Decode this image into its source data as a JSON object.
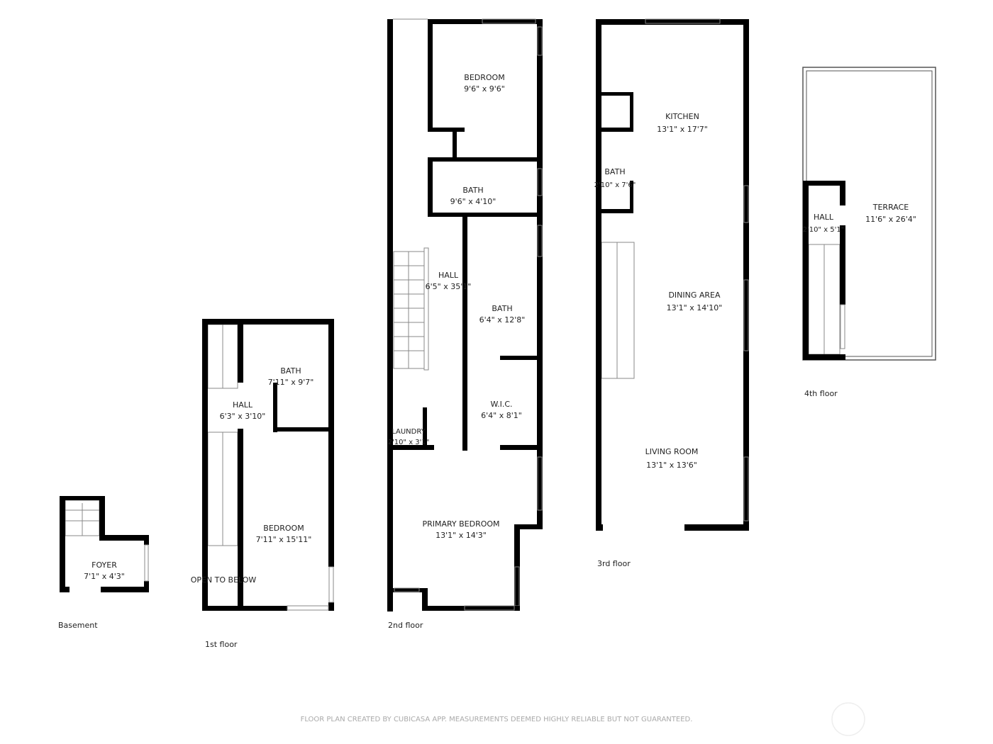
{
  "floors": [
    {
      "name": "Basement",
      "rooms": [
        {
          "name": "FOYER",
          "size": "7'1\" x 4'3\""
        }
      ]
    },
    {
      "name": "1st floor",
      "rooms": [
        {
          "name": "BATH",
          "size": "7'11\" x 9'7\""
        },
        {
          "name": "HALL",
          "size": "6'3\" x 3'10\""
        },
        {
          "name": "BEDROOM",
          "size": "7'11\" x 15'11\""
        },
        {
          "name": "OPEN TO BELOW",
          "size": ""
        }
      ]
    },
    {
      "name": "2nd floor",
      "rooms": [
        {
          "name": "BEDROOM",
          "size": "9'6\" x 9'6\""
        },
        {
          "name": "BATH",
          "size": "9'6\" x 4'10\""
        },
        {
          "name": "HALL",
          "size": "6'5\" x 35'1\""
        },
        {
          "name": "BATH",
          "size": "6'4\" x 12'8\""
        },
        {
          "name": "W.I.C.",
          "size": "6'4\" x 8'1\""
        },
        {
          "name": "LAUNDRY",
          "size": "2'10\" x 3'1\""
        },
        {
          "name": "PRIMARY BEDROOM",
          "size": "13'1\" x 14'3\""
        }
      ]
    },
    {
      "name": "3rd floor",
      "rooms": [
        {
          "name": "KITCHEN",
          "size": "13'1\" x 17'7\""
        },
        {
          "name": "BATH",
          "size": "2'10\" x 7'6\""
        },
        {
          "name": "DINING AREA",
          "size": "13'1\" x 14'10\""
        },
        {
          "name": "LIVING ROOM",
          "size": "13'1\" x 13'6\""
        }
      ]
    },
    {
      "name": "4th floor",
      "rooms": [
        {
          "name": "HALL",
          "size": "2'10\" x 5'1\""
        },
        {
          "name": "TERRACE",
          "size": "11'6\" x 26'4\""
        }
      ]
    }
  ],
  "footer": "FLOOR PLAN CREATED BY CUBICASA APP. MEASUREMENTS DEEMED HIGHLY RELIABLE BUT NOT GUARANTEED."
}
